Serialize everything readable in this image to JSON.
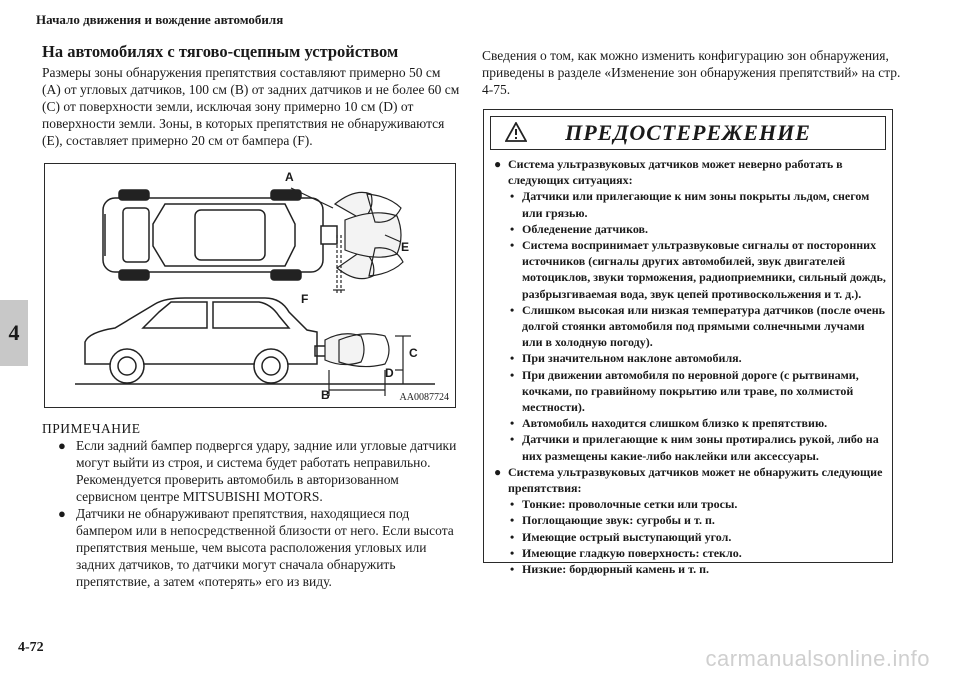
{
  "header": "Начало движения и вождение автомобиля",
  "chapter_tab": "4",
  "page_number": "4-72",
  "watermark": "carmanualsonline.info",
  "section": {
    "title": "На автомобилях с тягово-сцепным устройством",
    "paragraph": "Размеры зоны обнаружения препятствия составляют примерно 50 см (A) от угловых датчиков, 100 см (B) от задних датчиков и не более 60 см (C) от поверхности земли, исключая зону примерно 10 см (D) от поверхности земли. Зоны, в которых препятствия не обнаруживаются (E), составляет примерно 20 см от бампера (F)."
  },
  "figure": {
    "code": "AA0087724",
    "labels": {
      "a": "A",
      "b": "B",
      "c": "C",
      "d": "D",
      "e": "E",
      "f": "F"
    }
  },
  "note": {
    "title": "ПРИМЕЧАНИЕ",
    "bullet": "●",
    "items": [
      "Если задний бампер подвергся удару, задние или угловые датчики могут выйти из строя, и система будет работать неправильно. Рекомендуется проверить автомобиль в авторизованном сервисном центре MITSUBISHI MOTORS.",
      "Датчики не обнаруживают препятствия, находящиеся под бампером или в непосредственной близости от него. Если высота препятствия меньше, чем высота расположения угловых или задних датчиков, то датчики могут сначала обнаружить препятствие, а затем «потерять» его из виду."
    ]
  },
  "right_intro": "Сведения о том, как можно изменить конфигурацию зон обнаружения, приведены в разделе «Изменение зон обнаружения препятствий» на стр. 4-75.",
  "warning": {
    "title": "ПРЕДОСТЕРЕЖЕНИЕ",
    "icon": "warning-triangle-icon",
    "bullet1": "●",
    "bullet2": "•",
    "groups": [
      {
        "heading": "Система ультразвуковых датчиков может неверно работать в следующих ситуациях:",
        "items": [
          "Датчики или прилегающие к ним зоны покрыты льдом, снегом или грязью.",
          "Обледенение датчиков.",
          "Система воспринимает ультразвуковые сигналы от посторонних источников (сигналы других автомобилей, звук двигателей мотоциклов, звуки торможения, радиоприемники, сильный дождь, разбрызгиваемая вода, звук цепей противоскольжения и т. д.).",
          "Слишком высокая или низкая температура датчиков (после очень долгой стоянки автомобиля под прямыми солнечными лучами или в холодную погоду).",
          "При значительном наклоне автомобиля.",
          "При движении автомобиля по неровной дороге (с рытвинами, кочками, по гравийному покрытию или траве, по холмистой местности).",
          "Автомобиль находится слишком близко к препятствию.",
          "Датчики и прилегающие к ним зоны протирались рукой, либо на них размещены какие-либо наклейки или аксессуары."
        ]
      },
      {
        "heading": "Система ультразвуковых датчиков может не обнаружить следующие препятствия:",
        "items": [
          "Тонкие: проволочные сетки или тросы.",
          "Поглощающие звук: сугробы и т. п.",
          "Имеющие острый выступающий угол.",
          "Имеющие гладкую поверхность: стекло.",
          "Низкие: бордюрный камень и т. п."
        ]
      }
    ]
  }
}
